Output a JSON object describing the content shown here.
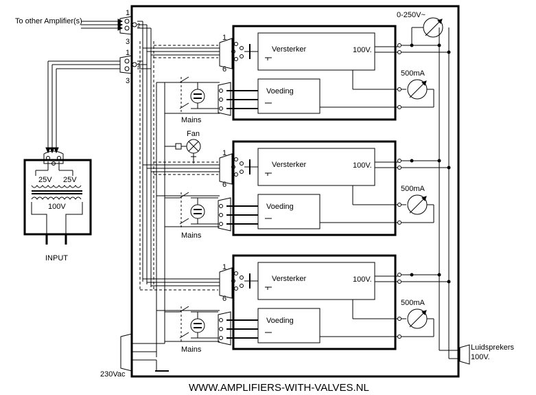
{
  "diagram": {
    "labels": {
      "to_other_amplifiers": "To other Amplifier(s)",
      "input": "INPUT",
      "mains_input": "230Vac",
      "website": "WWW.AMPLIFIERS-WITH-VALVES.NL",
      "loudspeakers": "Luidsprekers",
      "loudspeakers_voltage": "100V.",
      "voltmeter": "0-250V~",
      "fan": "Fan",
      "transformer_secondary_left": "25V",
      "transformer_secondary_right": "25V",
      "transformer_primary": "100V"
    },
    "pin_labels": {
      "pin1": "1",
      "pin2": "2",
      "pin3": "3",
      "pin6": "6"
    },
    "modules": [
      {
        "amplifier_label": "Versterker",
        "output_label": "100V.",
        "power_label": "Voeding",
        "ammeter_label": "500mA",
        "mains_label": "Mains"
      },
      {
        "amplifier_label": "Versterker",
        "output_label": "100V.",
        "power_label": "Voeding",
        "ammeter_label": "500mA",
        "mains_label": "Mains"
      },
      {
        "amplifier_label": "Versterker",
        "output_label": "100V.",
        "power_label": "Voeding",
        "ammeter_label": "500mA",
        "mains_label": "Mains"
      }
    ]
  }
}
